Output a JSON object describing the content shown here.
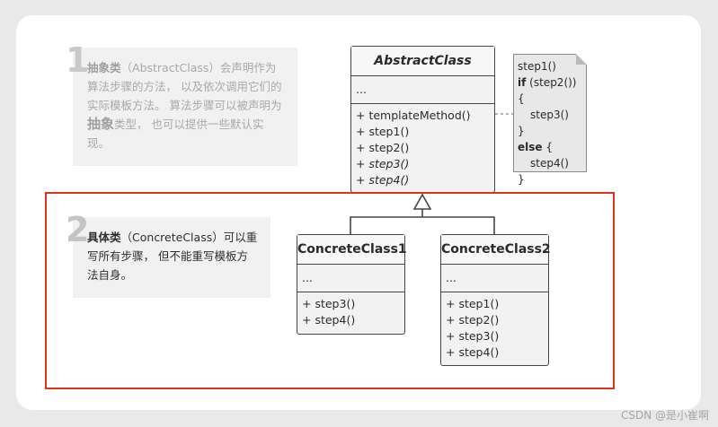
{
  "note1": {
    "number": "1",
    "term": "抽象类",
    "paren": "（AbstractClass）",
    "text1": "会声明作为算法步骤的方法， 以及依次调用它们的实际模板方法。 算法步骤可以被声明为",
    "emph": "抽象",
    "text2": "类型， 也可以提供一些默认实现。"
  },
  "note2": {
    "number": "2",
    "term": "具体类",
    "paren": "（ConcreteClass）",
    "text1": "可以重写所有步骤， 但不能重写模板方法自身。"
  },
  "abstract_class": {
    "name": "AbstractClass",
    "fields": "...",
    "methods": [
      "+ templateMethod()",
      "+ step1()",
      "+ step2()",
      "+ step3()",
      "+ step4()"
    ]
  },
  "concrete1": {
    "name": "ConcreteClass1",
    "fields": "...",
    "methods": [
      "+ step3()",
      "+ step4()"
    ]
  },
  "concrete2": {
    "name": "ConcreteClass2",
    "fields": "...",
    "methods": [
      "+ step1()",
      "+ step2()",
      "+ step3()",
      "+ step4()"
    ]
  },
  "code_note": {
    "l1": "step1()",
    "l2_kw": "if",
    "l2_rest": "(step2()) {",
    "l3": "step3()",
    "l4": "}",
    "l5_kw": "else",
    "l5_rest": "{",
    "l6": "step4()",
    "l7": "}"
  },
  "watermark": "CSDN @是小崔啊",
  "colors": {
    "highlight_frame": "#e03318",
    "class_border": "#454545"
  }
}
